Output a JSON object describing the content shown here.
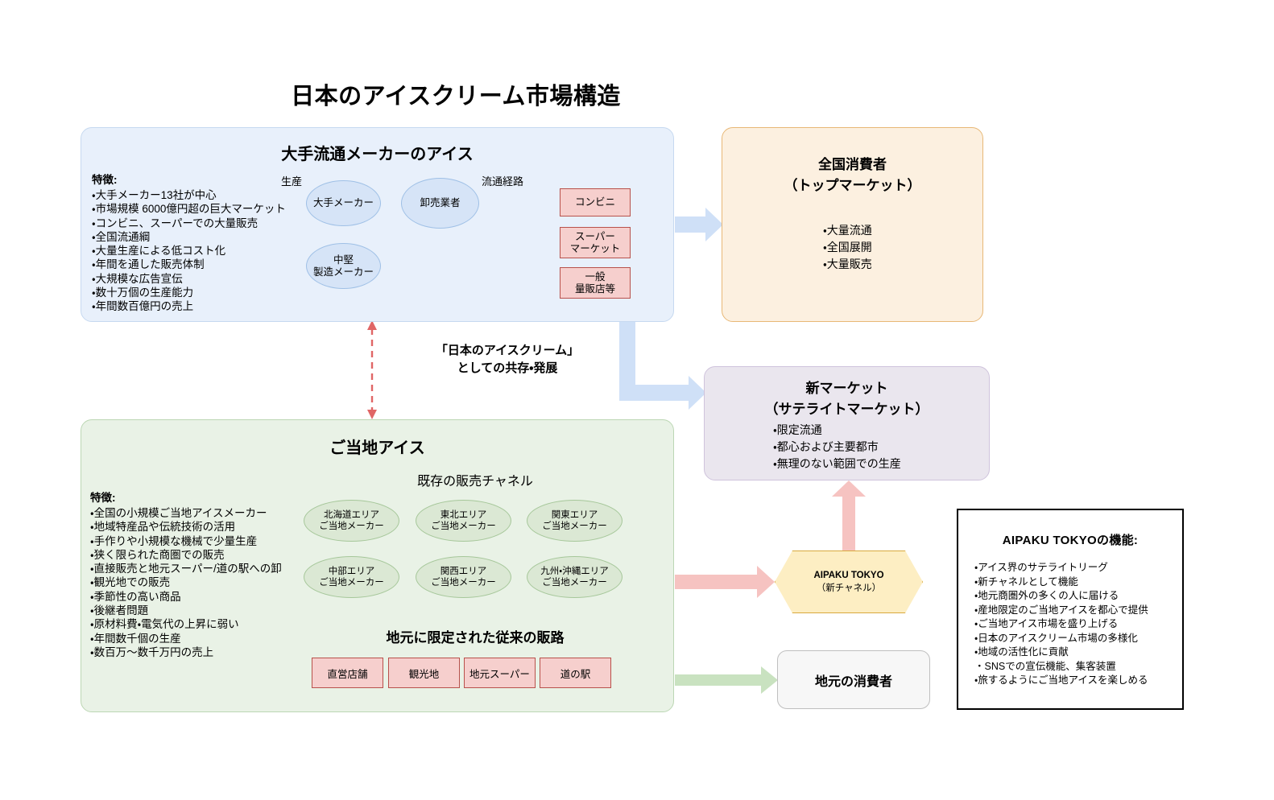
{
  "title": "日本のアイスクリーム市場構造",
  "colors": {
    "major_panel_bg": "#e8f0fb",
    "major_panel_border": "#c6d9f0",
    "local_panel_bg": "#e9f2e6",
    "local_panel_border": "#bcd7b4",
    "national_panel_bg": "#fcf0e0",
    "national_panel_border": "#e8b877",
    "new_market_bg": "#eae6ee",
    "new_market_border": "#cfc3dc",
    "pink_box_bg": "#f6cfcd",
    "pink_box_border": "#b8514b",
    "blue_ellipse_bg": "#d6e4f7",
    "green_ellipse_bg": "#dbe8d4",
    "hexagon_bg": "#fdeec3",
    "hexagon_border": "#d9a93d",
    "blue_arrow": "#cfe0f7",
    "pink_arrow": "#f6c3c1",
    "green_arrow": "#c9e2c0",
    "dashed_arrow": "#e06666"
  },
  "major": {
    "panel_title": "大手流通メーカーのアイス",
    "features_head": "特徴:",
    "features": [
      "・大手メーカー13社が中心",
      "・市場規模 6000億円超の巨大マーケット",
      "・コンビニ、スーパーでの大量販売",
      "・全国流通綱",
      "・大量生産による低コスト化",
      "・年間を通した販売体制",
      "・大規模な広告宣伝",
      "・数十万個の生産能力",
      "・年間数百億円の売上"
    ],
    "cap_production": "生産",
    "cap_distribution": "流通経路",
    "node_major_maker": "大手メーカー",
    "node_mid_maker_l1": "中堅",
    "node_mid_maker_l2": "製造メーカー",
    "node_wholesaler": "卸売業者",
    "outlets": [
      {
        "l1": "コンビニ",
        "l2": ""
      },
      {
        "l1": "スーパー",
        "l2": "マーケット"
      },
      {
        "l1": "一般",
        "l2": "量販店等"
      }
    ]
  },
  "national": {
    "title_l1": "全国消費者",
    "title_l2": "（トップマーケット）",
    "points": [
      "・大量流通",
      "・全国展開",
      "・大量販売"
    ]
  },
  "new_market": {
    "title_l1": "新マーケット",
    "title_l2": "（サテライトマーケット）",
    "points": [
      "・限定流通",
      "・都心および主要都市",
      "・無理のない範囲での生産"
    ]
  },
  "coexist_note": {
    "line1": "「日本のアイスクリーム」",
    "line2": "としての共存・発展"
  },
  "local": {
    "panel_title": "ご当地アイス",
    "features_head": "特徴:",
    "features": [
      "・全国の小規模ご当地アイスメーカー",
      "・地域特産品や伝統技術の活用",
      "・手作りや小規模な機械で少量生産",
      "・狭く限られた商圏での販売",
      "・直接販売と地元スーパー/道の駅への卸",
      "・観光地での販売",
      "・季節性の高い商品",
      "・後継者問題",
      "・原材料費・電気代の上昇に弱い",
      "・年間数千個の生産",
      "・数百万〜数千万円の売上"
    ],
    "cap_existing_channel": "既存の販売チャネル",
    "regions": [
      {
        "l1": "北海道エリア",
        "l2": "ご当地メーカー"
      },
      {
        "l1": "東北エリア",
        "l2": "ご当地メーカー"
      },
      {
        "l1": "関東エリア",
        "l2": "ご当地メーカー"
      },
      {
        "l1": "中部エリア",
        "l2": "ご当地メーカー"
      },
      {
        "l1": "関西エリア",
        "l2": "ご当地メーカー"
      },
      {
        "l1": "九州・沖縄エリア",
        "l2": "ご当地メーカー"
      }
    ],
    "cap_limited_route": "地元に限定された従来の販路",
    "routes": [
      "直営店舗",
      "観光地",
      "地元スーパー",
      "道の駅"
    ]
  },
  "aipaku": {
    "name": "AIPAKU TOKYO",
    "subtitle": "（新チャネル）"
  },
  "local_consumer": {
    "label": "地元の消費者"
  },
  "functions": {
    "title": "AIPAKU TOKYOの機能:",
    "items": [
      "・アイス界のサテライトリーグ",
      "・新チャネルとして機能",
      "・地元商圏外の多くの人に届ける",
      "・産地限定のご当地アイスを都心で提供",
      "・ご当地アイス市場を盛り上げる",
      "・日本のアイスクリーム市場の多様化",
      "・地域の活性化に貢献",
      "・SNSでの宣伝機能、集客装置",
      "・旅するようにご当地アイスを楽しめる"
    ]
  }
}
